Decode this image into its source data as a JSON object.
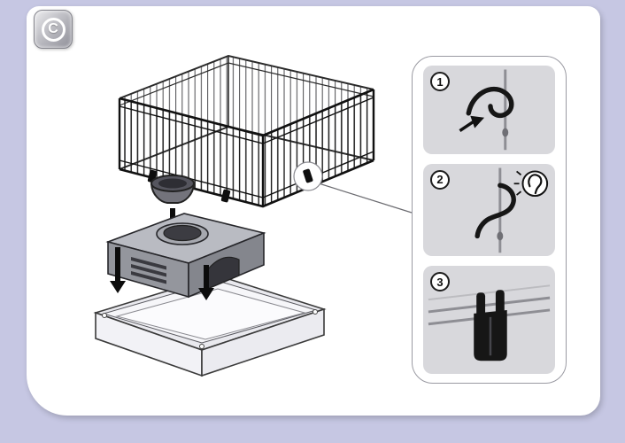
{
  "badge": {
    "label": "C"
  },
  "steps_panel": {
    "steps": [
      {
        "number": "1",
        "illustration": "clip-hook-onto-wire"
      },
      {
        "number": "2",
        "illustration": "rotate-clip-until-click",
        "icon": "listen-click-ear-icon"
      },
      {
        "number": "3",
        "illustration": "clip-fastened-on-wires"
      }
    ]
  },
  "main_illustration": {
    "parts": [
      "wire-cage-top",
      "food-bowl",
      "house-shelter",
      "base-tray"
    ],
    "callout": "clip-detail-circle",
    "arrows": [
      "bowl-down-arrow",
      "house-left-down-arrow",
      "house-door-down-arrow"
    ]
  },
  "colors": {
    "background": "#c6c7e3",
    "card": "#ffffff",
    "step_box": "#d8d8dc",
    "wire_black": "#1b1b1b",
    "wire_gray": "#8e8e94",
    "leader_line": "#6b6b70"
  }
}
